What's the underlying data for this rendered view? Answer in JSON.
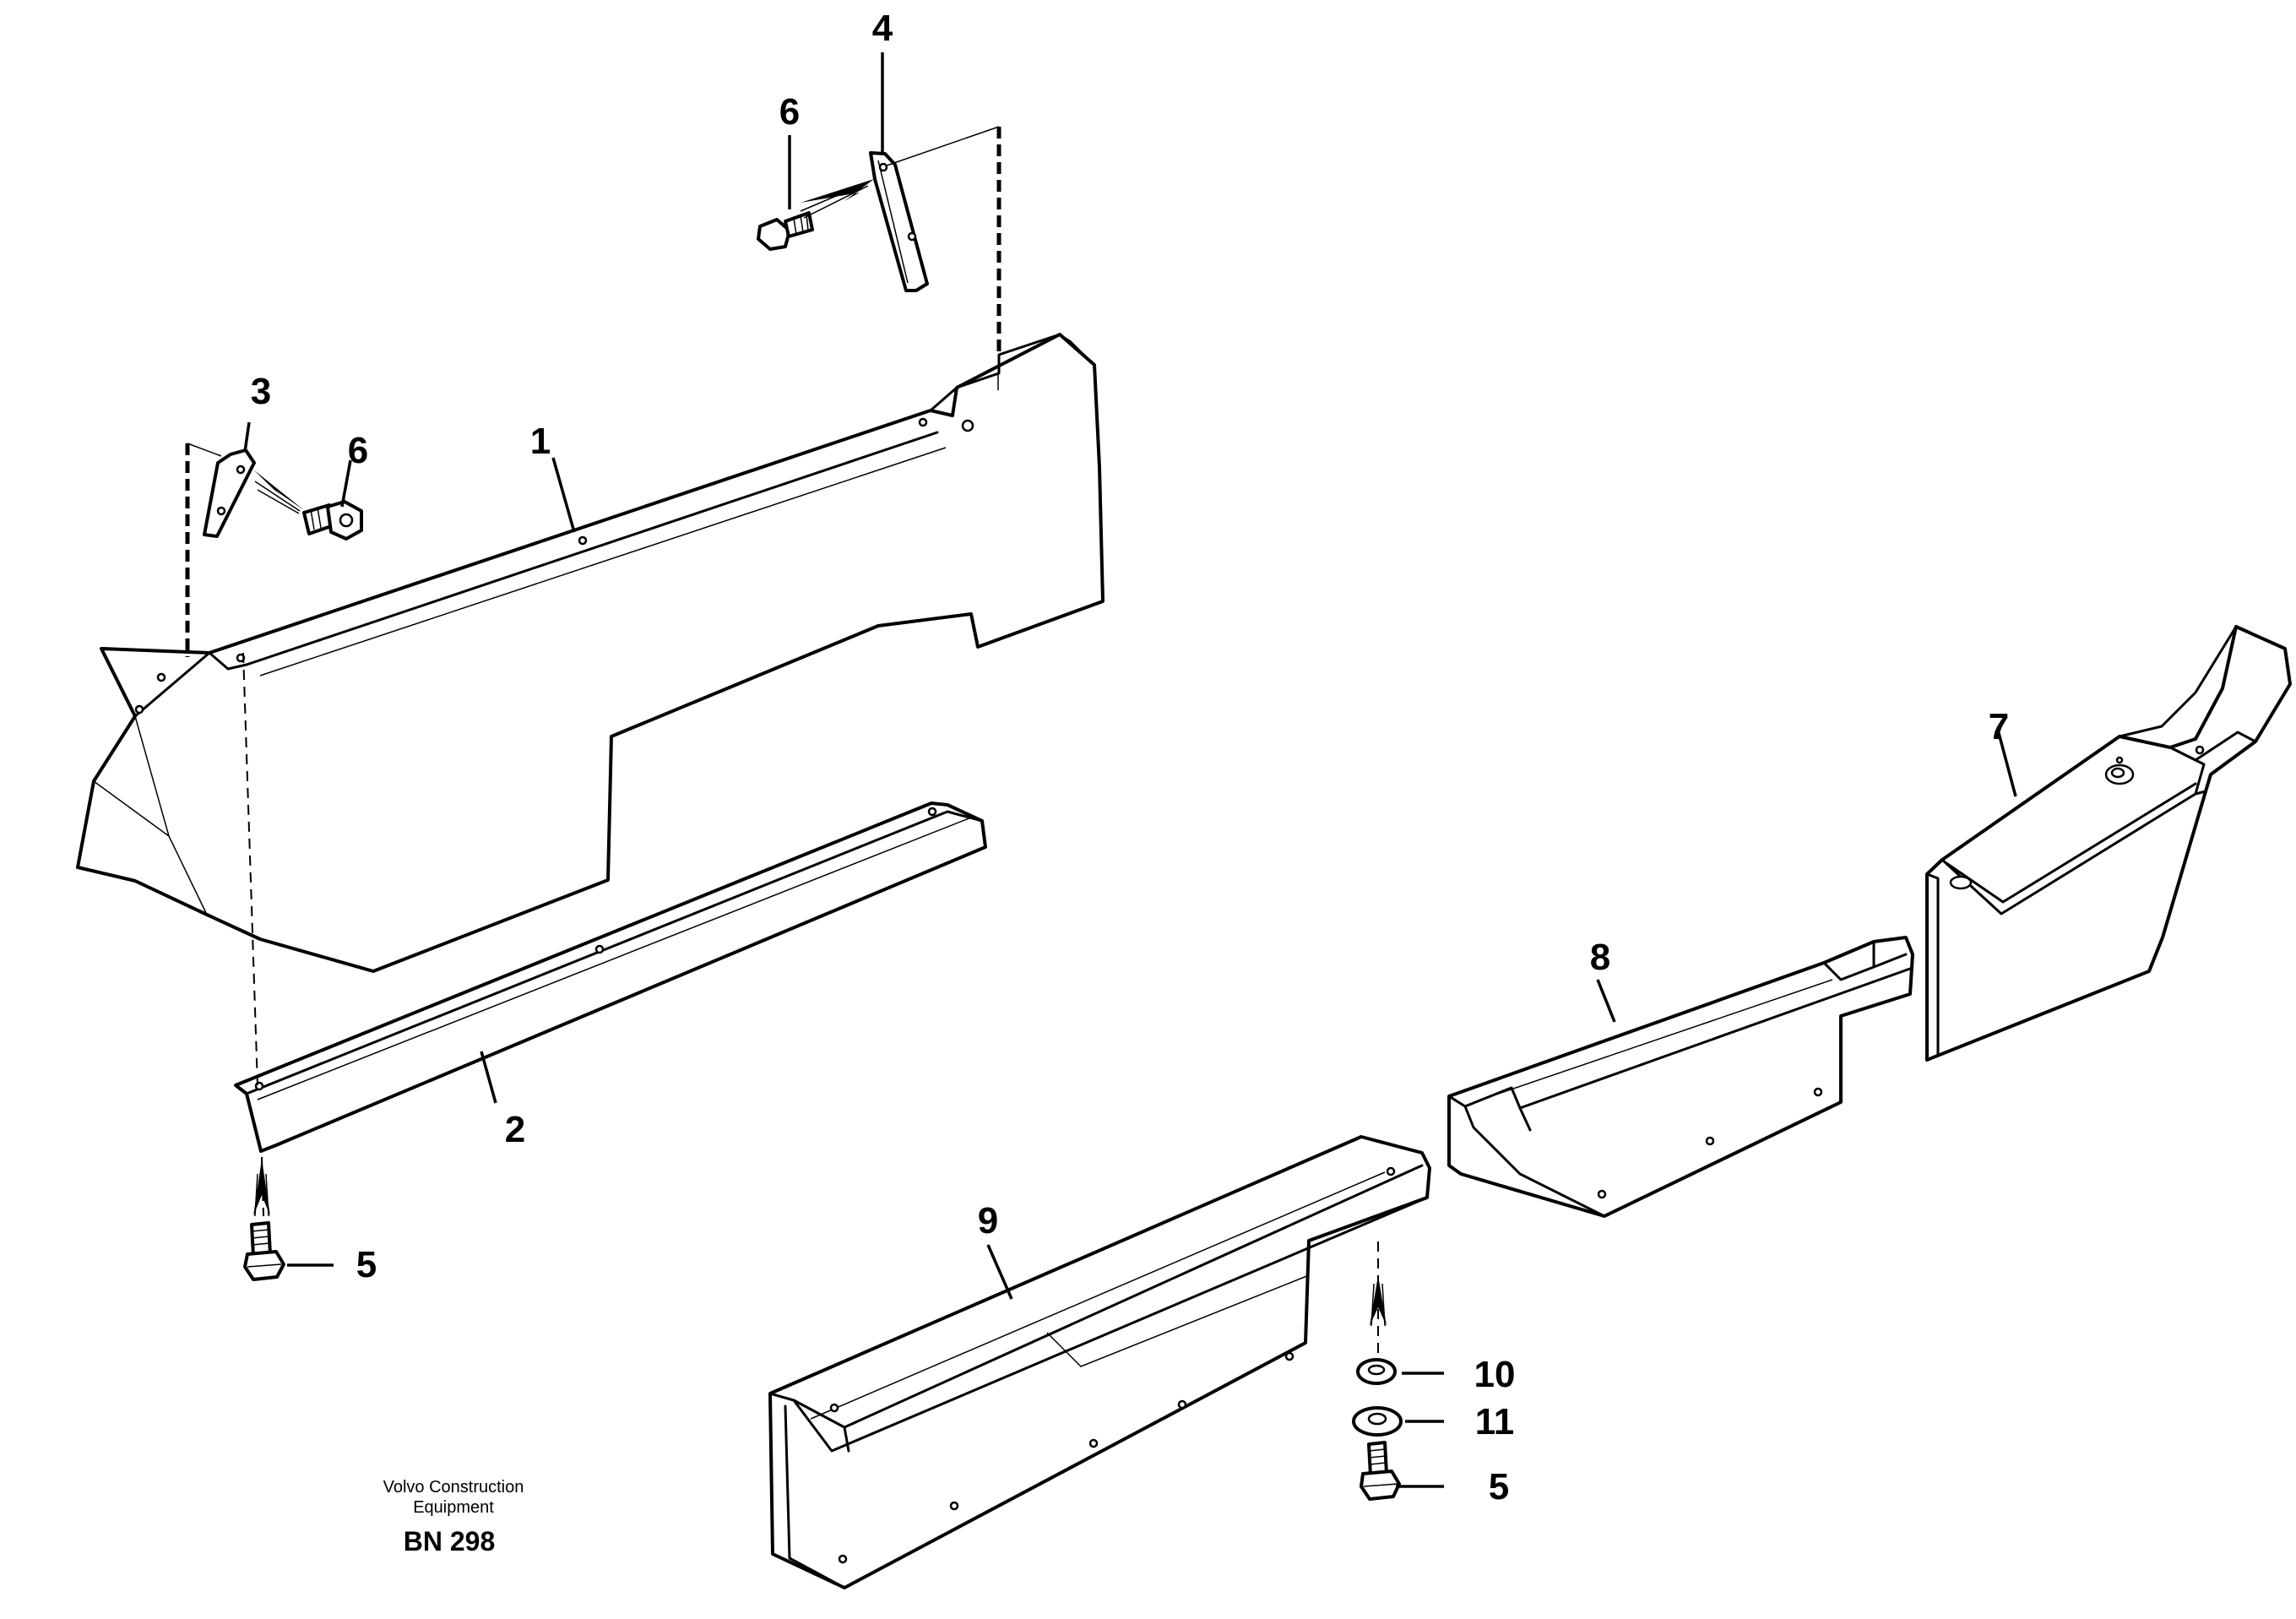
{
  "callouts": {
    "c1": "1",
    "c2": "2",
    "c3": "3",
    "c4": "4",
    "c5a": "5",
    "c5b": "5",
    "c6a": "6",
    "c6b": "6",
    "c7": "7",
    "c8": "8",
    "c9": "9",
    "c10": "10",
    "c11": "11"
  },
  "footer": {
    "company_line1": "Volvo Construction",
    "company_line2": "Equipment",
    "reference": "BN 298"
  }
}
